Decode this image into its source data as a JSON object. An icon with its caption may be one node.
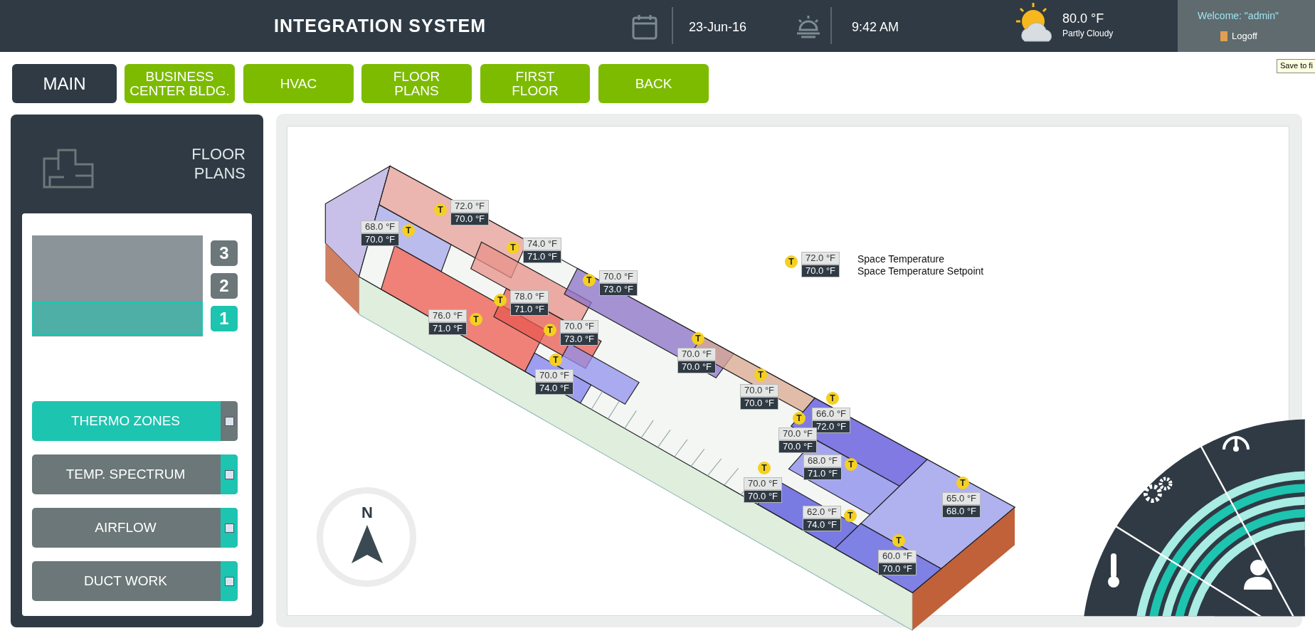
{
  "diagram": {
    "title": "INTEGRATION SYSTEM",
    "nodes": [
      {
        "text": [
          "MAIN"
        ]
      },
      {
        "text": [
          "BUSINESS CENTER BLDG."
        ]
      },
      {
        "text": [
          "HVAC"
        ]
      },
      {
        "text": [
          "FLOOR PLANS"
        ]
      },
      {
        "text": [
          "FIRST FLOOR"
        ]
      },
      {
        "text": [
          "BACK"
        ]
      },
      {
        "text": [
          "FLOOR PLANS"
        ]
      },
      {
        "text": [
          "3"
        ],
        "in": 6
      },
      {
        "text": [
          "2"
        ],
        "in": 6
      },
      {
        "text": [
          "1"
        ],
        "in": 6
      },
      {
        "text": [
          "THERMO ZONES"
        ],
        "in": 6
      },
      {
        "text": [
          "TEMP. SPECTRUM"
        ],
        "in": 6
      },
      {
        "text": [
          "AIRFLOW"
        ],
        "in": 6
      },
      {
        "text": [
          "DUCT WORK"
        ],
        "in": 6
      },
      {
        "text": [
          "N"
        ]
      },
      {
        "text": [
          "72.0 °F",
          "70.0 °F"
        ],
        "beside": [
          "T"
        ]
      },
      {
        "text": [
          "72.0 °F",
          "70.0 °F"
        ],
        "beside": [
          "T"
        ]
      },
      {
        "text": [
          "68.0 °F",
          "70.0 °F"
        ],
        "beside": [
          "T"
        ]
      },
      {
        "text": [
          "74.0 °F",
          "71.0 °F"
        ],
        "beside": [
          "T"
        ]
      },
      {
        "text": [
          "70.0 °F",
          "73.0 °F"
        ],
        "beside": [
          "T"
        ]
      },
      {
        "text": [
          "78.0 °F",
          "71.0 °F"
        ],
        "beside": [
          "T"
        ]
      },
      {
        "text": [
          "76.0 °F",
          "71.0 °F"
        ],
        "beside": [
          "T"
        ]
      },
      {
        "text": [
          "70.0 °F",
          "73.0 °F"
        ],
        "beside": [
          "T"
        ]
      },
      {
        "text": [
          "70.0 °F",
          "74.0 °F"
        ],
        "beside": [
          "T"
        ]
      },
      {
        "text": [
          "70.0 °F",
          "70.0 °F"
        ],
        "beside": [
          "T"
        ]
      },
      {
        "text": [
          "70.0 °F",
          "70.0 °F"
        ],
        "beside": [
          "T"
        ]
      },
      {
        "text": [
          "66.0 °F",
          "72.0 °F"
        ],
        "beside": [
          "T"
        ]
      },
      {
        "text": [
          "70.0 °F",
          "70.0 °F"
        ],
        "beside": [
          "T"
        ]
      },
      {
        "text": [
          "68.0 °F",
          "71.0 °F"
        ],
        "beside": [
          "T"
        ]
      },
      {
        "text": [
          "70.0 °F",
          "70.0 °F"
        ],
        "beside": [
          "T"
        ]
      },
      {
        "text": [
          "65.0 °F",
          "68.0 °F"
        ],
        "beside": [
          "T"
        ]
      },
      {
        "text": [
          "62.0 °F",
          "74.0 °F"
        ],
        "beside": [
          "T"
        ]
      },
      {
        "text": [
          "60.0 °F",
          "70.0 °F"
        ],
        "beside": [
          "T"
        ]
      }
    ],
    "labels": [
      "23-Jun-16",
      "9:42 AM",
      "80.0 °F",
      "Partly Cloudy",
      "Welcome: \"admin\"",
      "Logoff",
      "Save to fi"
    ],
    "legend": [
      {
        "text": "Space Temperature",
        "color": "#e4e6e6"
      },
      {
        "text": "Space Temperature Setpoint",
        "color": "#2f3a44"
      }
    ]
  }
}
